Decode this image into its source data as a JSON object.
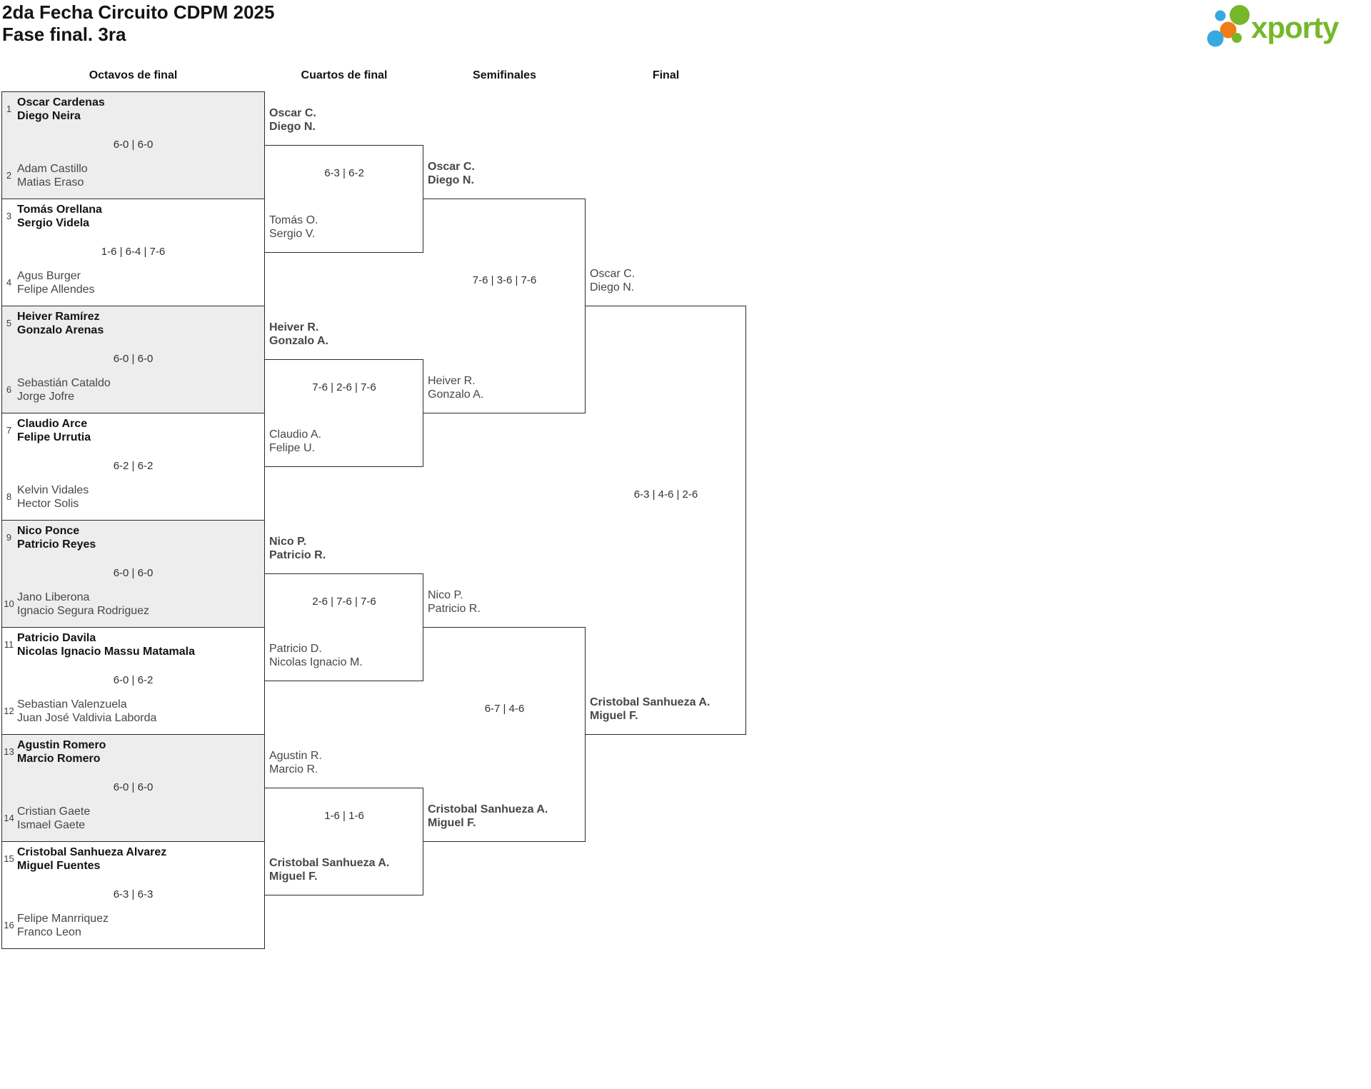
{
  "header": {
    "title": "2da Fecha Circuito CDPM 2025",
    "subtitle": "Fase final. 3ra",
    "brand": "xporty"
  },
  "columns": [
    "Octavos de final",
    "Cuartos de final",
    "Semifinales",
    "Final"
  ],
  "colors": {
    "brand_green": "#76b82a",
    "brand_blue": "#36a9e1",
    "brand_orange": "#ee7d17",
    "shaded_match": "#ededed",
    "line": "#2b2b2b"
  },
  "bracket": {
    "octavos": [
      {
        "seed_top": "1",
        "top1": "Oscar Cardenas",
        "top2": "Diego Neira",
        "score": "6-0 | 6-0",
        "seed_bottom": "2",
        "bot1": "Adam Castillo",
        "bot2": "Matias Eraso",
        "winner": "top"
      },
      {
        "seed_top": "3",
        "top1": "Tomás Orellana",
        "top2": "Sergio Videla",
        "score": "1-6 | 6-4 | 7-6",
        "seed_bottom": "4",
        "bot1": "Agus Burger",
        "bot2": "Felipe Allendes",
        "winner": "top"
      },
      {
        "seed_top": "5",
        "top1": "Heiver Ramírez",
        "top2": "Gonzalo Arenas",
        "score": "6-0 | 6-0",
        "seed_bottom": "6",
        "bot1": "Sebastián Cataldo",
        "bot2": "Jorge Jofre",
        "winner": "top"
      },
      {
        "seed_top": "7",
        "top1": "Claudio Arce",
        "top2": "Felipe Urrutia",
        "score": "6-2 | 6-2",
        "seed_bottom": "8",
        "bot1": "Kelvin Vidales",
        "bot2": "Hector Solis",
        "winner": "top"
      },
      {
        "seed_top": "9",
        "top1": "Nico Ponce",
        "top2": "Patricio Reyes",
        "score": "6-0 | 6-0",
        "seed_bottom": "10",
        "bot1": "Jano Liberona",
        "bot2": "Ignacio Segura Rodriguez",
        "winner": "top"
      },
      {
        "seed_top": "11",
        "top1": "Patricio Davila",
        "top2": "Nicolas Ignacio Massu Matamala",
        "score": "6-0 | 6-2",
        "seed_bottom": "12",
        "bot1": "Sebastian Valenzuela",
        "bot2": "Juan José Valdivia Laborda",
        "winner": "top"
      },
      {
        "seed_top": "13",
        "top1": "Agustin Romero",
        "top2": "Marcio Romero",
        "score": "6-0 | 6-0",
        "seed_bottom": "14",
        "bot1": "Cristian Gaete",
        "bot2": "Ismael Gaete",
        "winner": "top"
      },
      {
        "seed_top": "15",
        "top1": "Cristobal Sanhueza Alvarez",
        "top2": "Miguel Fuentes",
        "score": "6-3 | 6-3",
        "seed_bottom": "16",
        "bot1": "Felipe Manrriquez",
        "bot2": "Franco Leon",
        "winner": "top"
      }
    ],
    "cuartos": [
      {
        "top1": "Oscar C.",
        "top2": "Diego N.",
        "score": "6-3 | 6-2",
        "bot1": "Tomás O.",
        "bot2": "Sergio V.",
        "winner": "top"
      },
      {
        "top1": "Heiver R.",
        "top2": "Gonzalo A.",
        "score": "7-6 | 2-6 | 7-6",
        "bot1": "Claudio A.",
        "bot2": "Felipe U.",
        "winner": "top"
      },
      {
        "top1": "Nico P.",
        "top2": "Patricio R.",
        "score": "2-6 | 7-6 | 7-6",
        "bot1": "Patricio D.",
        "bot2": "Nicolas Ignacio M.",
        "winner": "top"
      },
      {
        "top1": "Agustin R.",
        "top2": "Marcio R.",
        "score": "1-6 | 1-6",
        "bot1": "Cristobal Sanhueza A.",
        "bot2": "Miguel F.",
        "winner": "bottom"
      }
    ],
    "semifinales": [
      {
        "top1": "Oscar C.",
        "top2": "Diego N.",
        "score": "7-6 | 3-6 | 7-6",
        "bot1": "Heiver R.",
        "bot2": "Gonzalo A.",
        "winner": "top"
      },
      {
        "top1": "Nico P.",
        "top2": "Patricio R.",
        "score": "6-7 | 4-6",
        "bot1": "Cristobal Sanhueza A.",
        "bot2": "Miguel F.",
        "winner": "bottom"
      }
    ],
    "final": [
      {
        "top1": "Oscar C.",
        "top2": "Diego N.",
        "score": "6-3 | 4-6 | 2-6",
        "bot1": "Cristobal Sanhueza A.",
        "bot2": "Miguel F.",
        "winner": "bottom"
      }
    ]
  }
}
